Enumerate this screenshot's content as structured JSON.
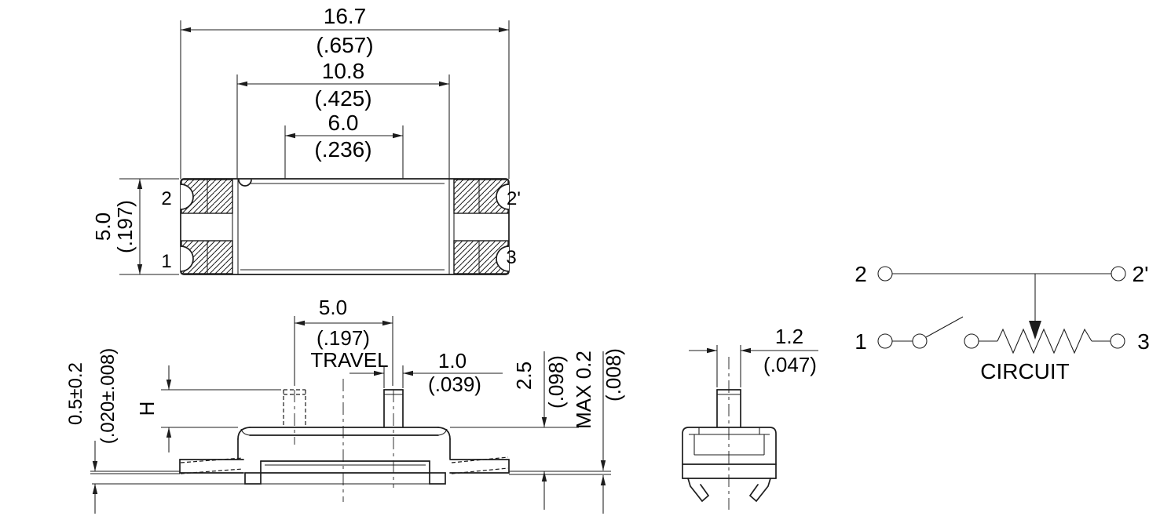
{
  "colors": {
    "line": "#1c1c1c",
    "background": "#ffffff"
  },
  "top_view": {
    "width_mm": "16.7",
    "width_in": "(.657)",
    "pitch_mm": "10.8",
    "pitch_in": "(.425)",
    "slot_mm": "6.0",
    "slot_in": "(.236)",
    "height_mm": "5.0",
    "height_in": "(.197)",
    "pin_top_left": "2",
    "pin_bottom_left": "1",
    "pin_top_right": "2'",
    "pin_bottom_right": "3"
  },
  "side_view": {
    "travel_mm": "5.0",
    "travel_in": "(.197)",
    "travel_label": "TRAVEL",
    "stem_width_mm": "1.0",
    "stem_width_in": "(.039)",
    "stem_height_label": "H",
    "lead_gap_mm": "0.5±0.2",
    "lead_gap_in": "(.020±.008)",
    "body_height_mm": "2.5",
    "body_height_in": "(.098)",
    "coplanarity_mm": "MAX 0.2",
    "coplanarity_in": "(.008)"
  },
  "end_view": {
    "stem_thickness_mm": "1.2",
    "stem_thickness_in": "(.047)"
  },
  "circuit": {
    "title": "CIRCUIT",
    "terminal_2": "2",
    "terminal_2_prime": "2'",
    "terminal_1": "1",
    "terminal_3": "3"
  }
}
